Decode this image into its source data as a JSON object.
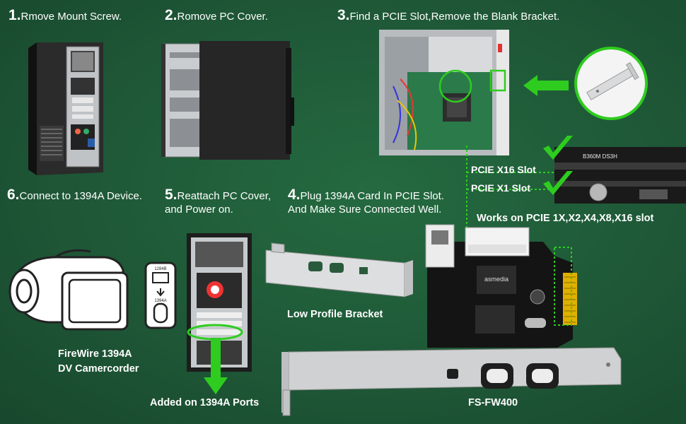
{
  "steps": {
    "s1": {
      "num": "1.",
      "text": "Rmove Mount Screw."
    },
    "s2": {
      "num": "2.",
      "text": "Romove PC Cover."
    },
    "s3": {
      "num": "3.",
      "text": "Find a PCIE Slot,Remove the Blank Bracket."
    },
    "s4": {
      "num": "4.",
      "line1": "Plug 1394A Card In PCIE Slot.",
      "line2": "And Make Sure Connected Well."
    },
    "s5": {
      "num": "5.",
      "line1": "Reattach PC Cover,",
      "line2": "and Power on."
    },
    "s6": {
      "num": "6.",
      "text": "Connect to 1394A Device."
    }
  },
  "labels": {
    "pcie_x16": "PCIE X16 Slot",
    "pcie_x1": "PCIE X1 Slot",
    "works_on": "Works on PCIE 1X,X2,X4,X8,X16 slot",
    "low_profile": "Low Profile Bracket",
    "device_line1": "FireWire 1394A",
    "device_line2": "DV Camercorder",
    "added_ports": "Added on 1394A Ports",
    "product": "FS-FW400",
    "chip_brand": "asmedia",
    "board_model": "B360M DS3H",
    "port_1284b": "1284B",
    "port_1394a": "1394A"
  },
  "colors": {
    "background": "#1f5a37",
    "accent_green": "#2ecc1f",
    "text": "#ffffff"
  }
}
